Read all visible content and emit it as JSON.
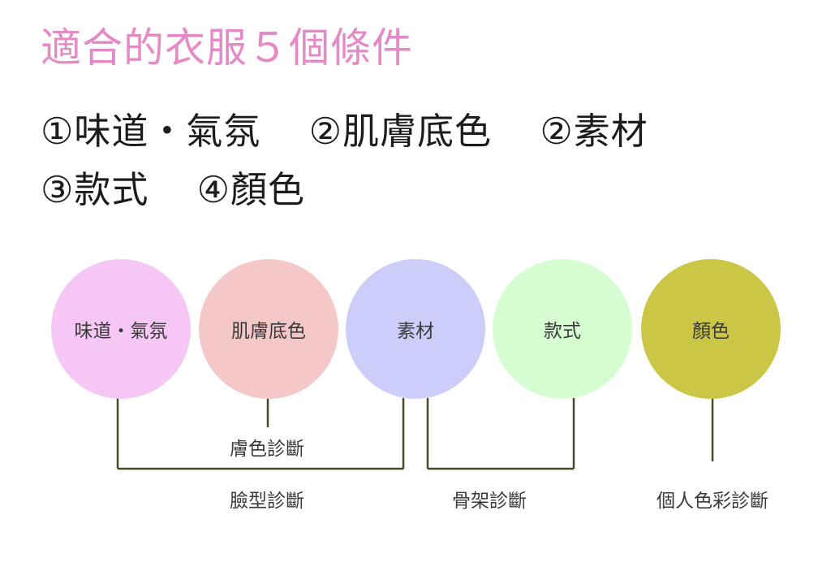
{
  "title": "適合的衣服５個條件",
  "conditions": [
    {
      "label": "①味道・氣氛"
    },
    {
      "label": "②肌膚底色"
    },
    {
      "label": "②素材"
    },
    {
      "label": "③款式"
    },
    {
      "label": "④顏色"
    }
  ],
  "circles": [
    {
      "label": "味道・氣氛",
      "color": "#f6c6f4"
    },
    {
      "label": "肌膚底色",
      "color": "#f4c8c8"
    },
    {
      "label": "素材",
      "color": "#cccdf8"
    },
    {
      "label": "款式",
      "color": "#d6fcd1"
    },
    {
      "label": "顏色",
      "color": "#cbc646"
    }
  ],
  "diagnoses": {
    "skin_tone": "膚色診斷",
    "face_shape": "臉型診斷",
    "skeleton": "骨架診斷",
    "personal_color": "個人色彩診斷"
  },
  "colors": {
    "title": "#e48ac6",
    "connector": "#4a4a2a"
  }
}
